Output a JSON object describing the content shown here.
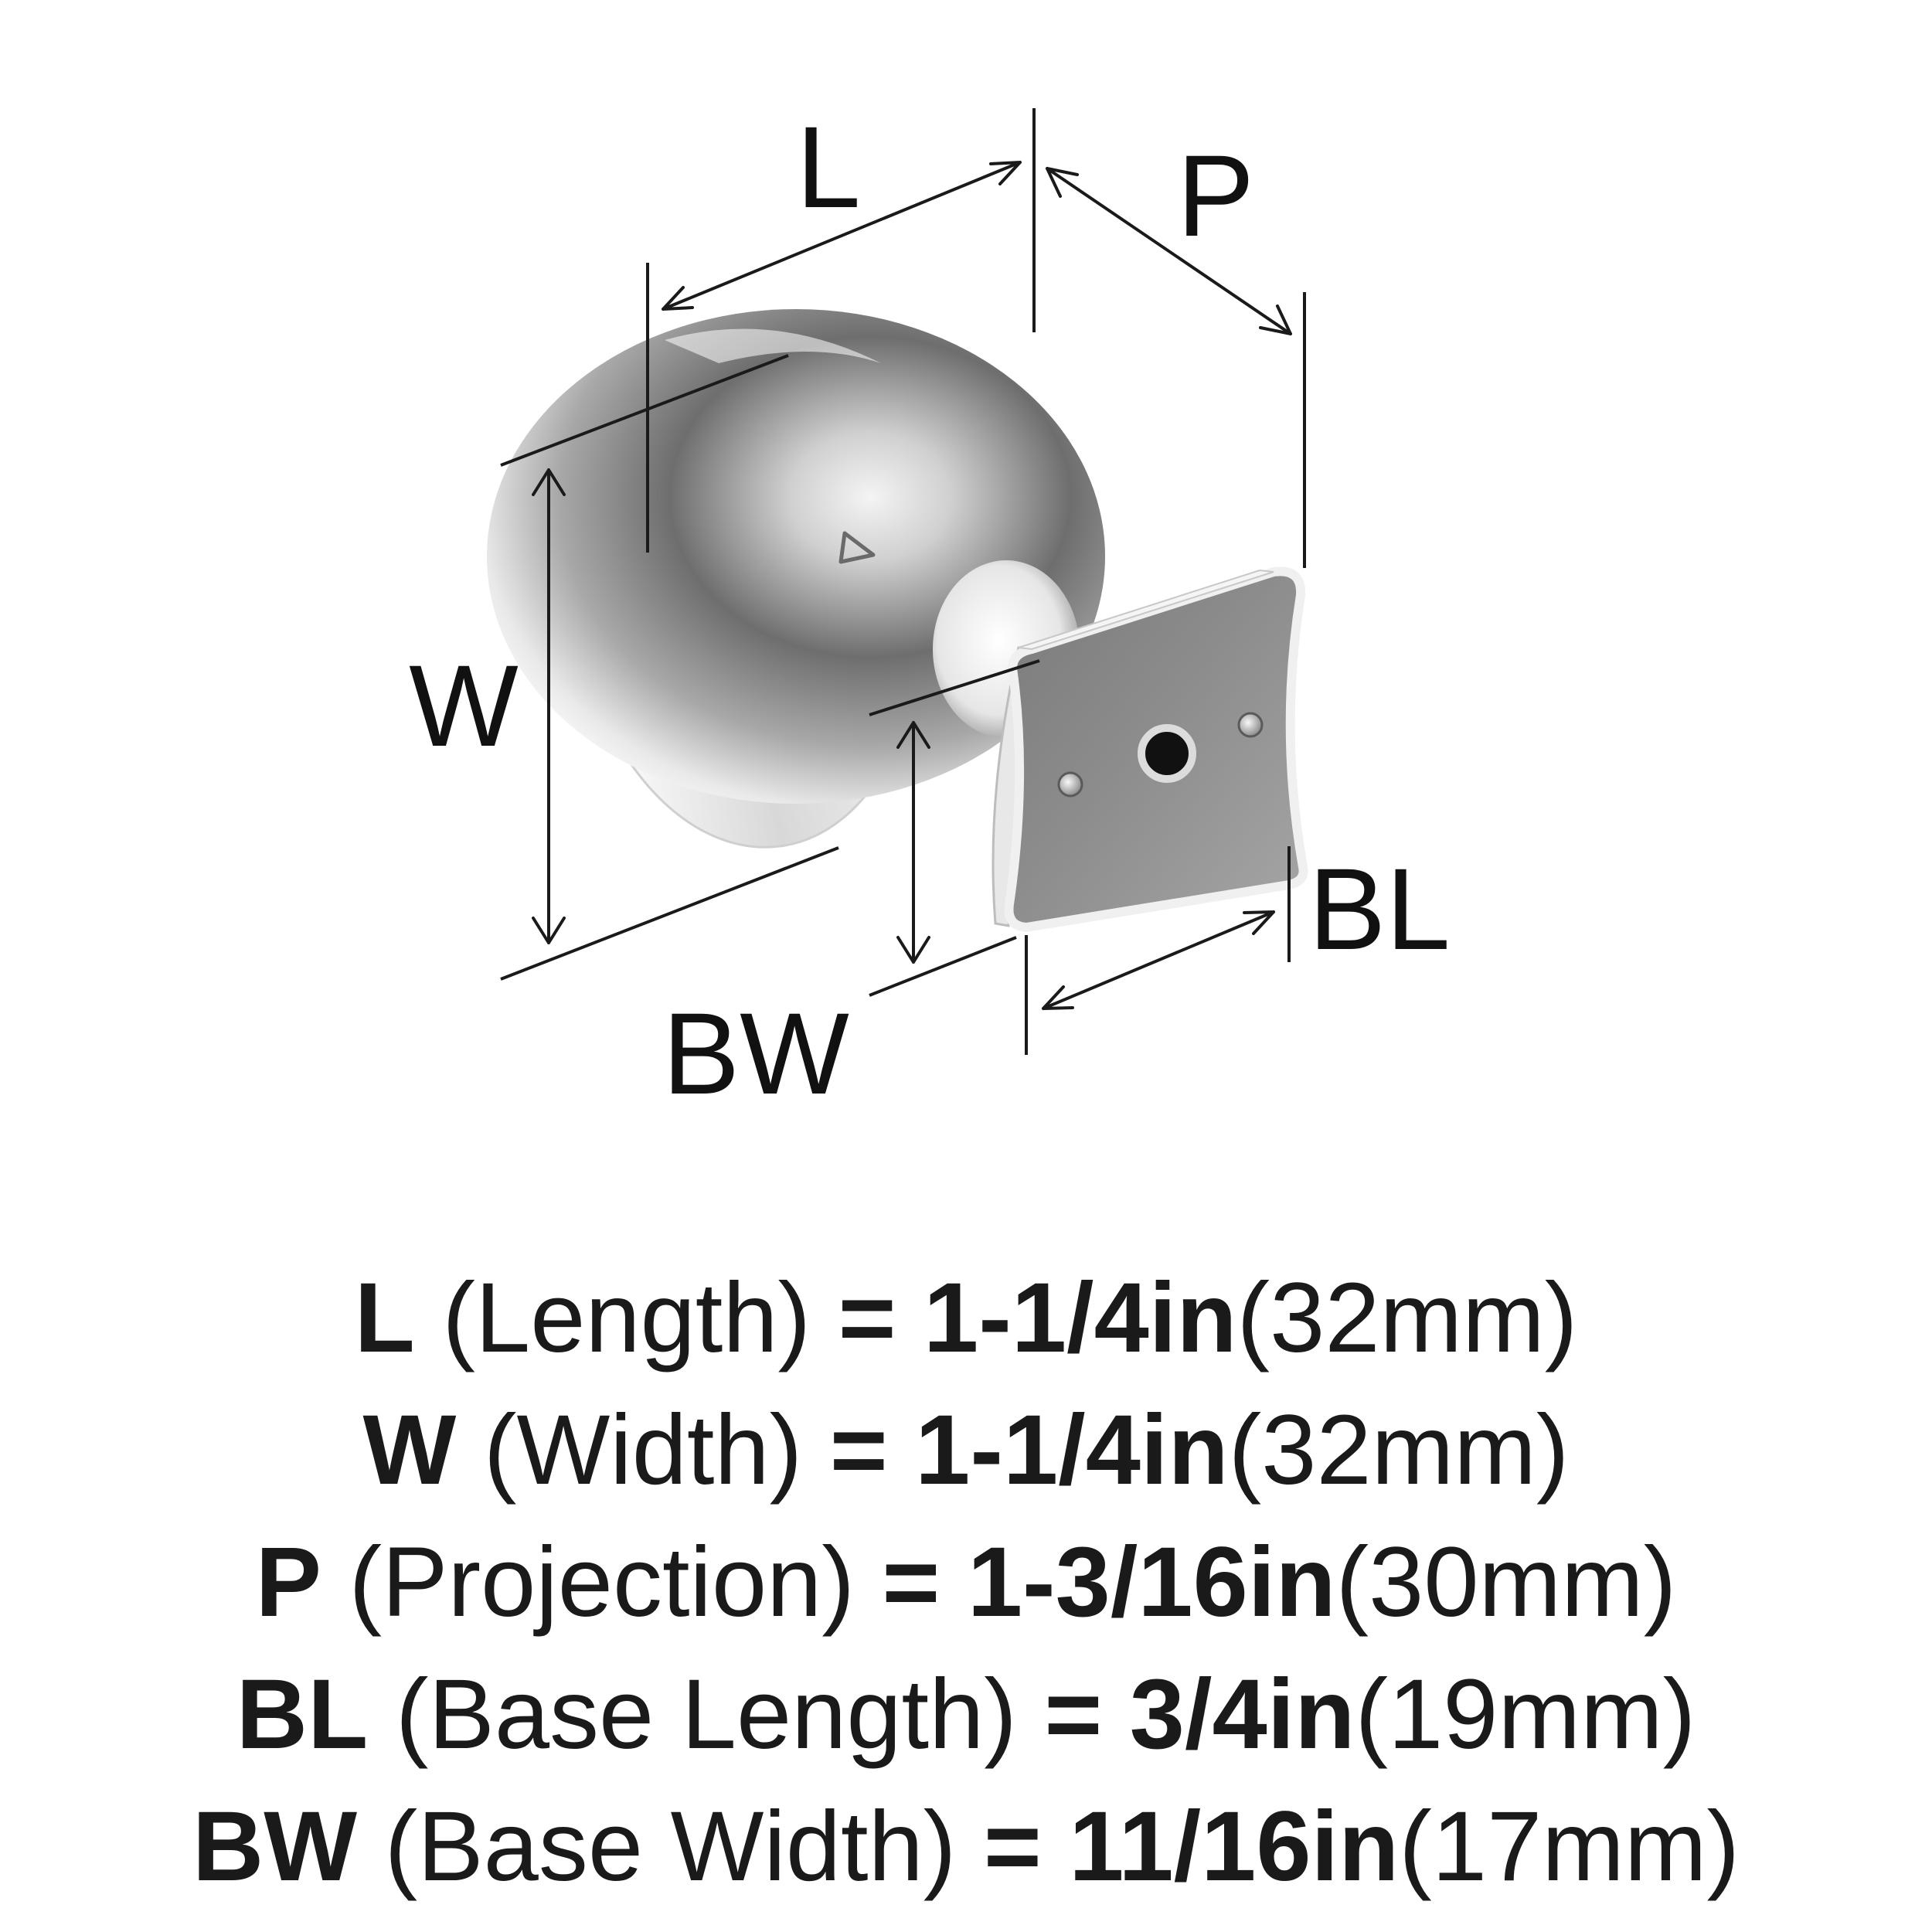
{
  "diagram": {
    "labels": {
      "L": "L",
      "P": "P",
      "W": "W",
      "BW": "BW",
      "BL": "BL"
    },
    "finish_color": "#8c8c8c"
  },
  "specs": [
    {
      "abbr": "L",
      "name": "(Length)",
      "eq": "=",
      "imperial": "1-1/4in",
      "metric": "(32mm)"
    },
    {
      "abbr": "W",
      "name": "(Width)",
      "eq": "=",
      "imperial": "1-1/4in",
      "metric": "(32mm)"
    },
    {
      "abbr": "P",
      "name": "(Projection)",
      "eq": "=",
      "imperial": "1-3/16in",
      "metric": "(30mm)"
    },
    {
      "abbr": "BL",
      "name": "(Base Length)",
      "eq": "=",
      "imperial": "3/4in",
      "metric": "(19mm)"
    },
    {
      "abbr": "BW",
      "name": "(Base Width)",
      "eq": "=",
      "imperial": "11/16in",
      "metric": "(17mm)"
    }
  ]
}
